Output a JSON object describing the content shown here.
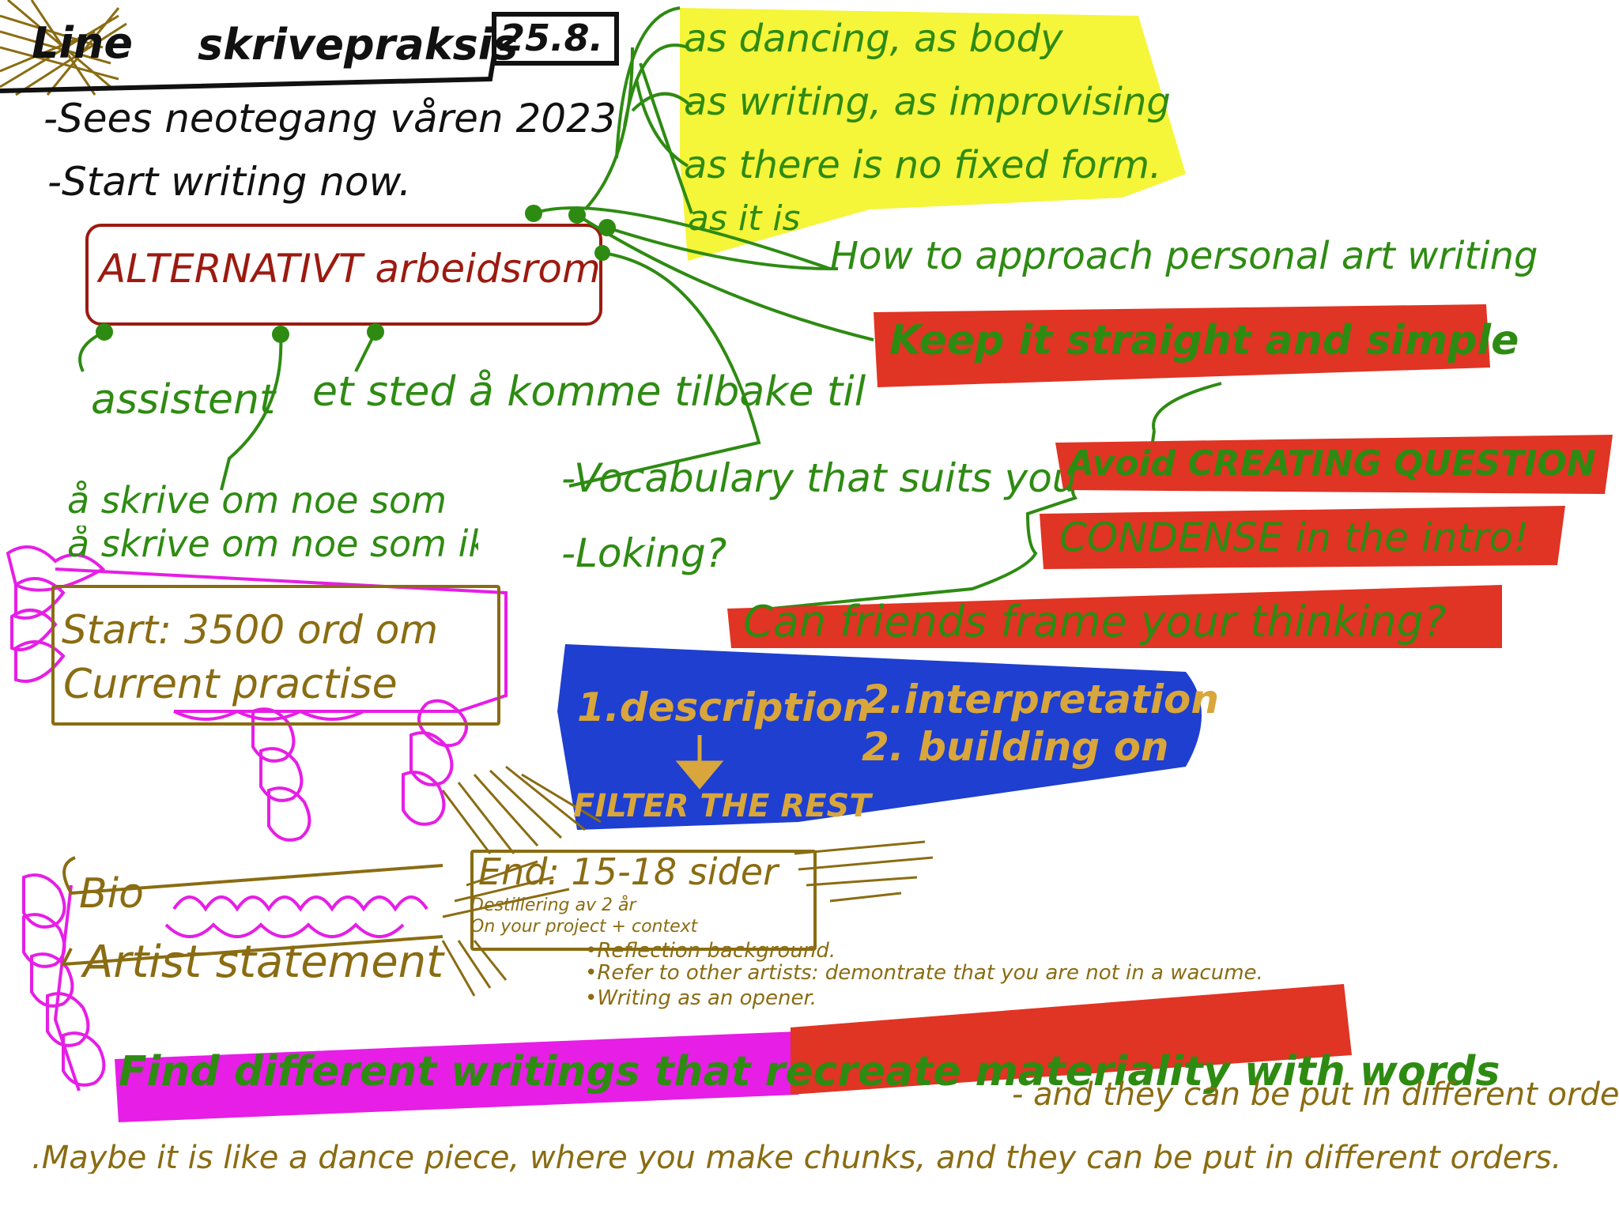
{
  "title": {
    "name": "Line",
    "subject": "skrivepraksis",
    "date": "25.8."
  },
  "notes_top": {
    "line1": "-Sees neotegang våren 2023",
    "line2": "-Start writing now."
  },
  "yellow_box": {
    "lines": [
      "as dancing, as body",
      "as writing, as improvising",
      "as there is no fixed form.",
      "as it is"
    ]
  },
  "center_node": {
    "label": "ALTERNATIVT arbeidsrom"
  },
  "branches": {
    "assistent": "assistent",
    "place": "et sted å komme tilbake til",
    "write_about": "å skrive om noe som ikke eksisterer",
    "approach": "How to approach personal art writing",
    "vocabulary": "-Vocabulary that suits you",
    "looking": "-Loking?"
  },
  "red_bars": {
    "keep": "Keep it straight and simple",
    "avoid": "Avoid CREATING QUESTION",
    "condense": "CONDENSE in the intro!",
    "friends": "Can friends frame your thinking?"
  },
  "blue_box": {
    "item1": "1.description",
    "item2a": "2.interpretation",
    "item2b": "2. building on",
    "filter": "FILTER THE REST"
  },
  "start_box": {
    "line1": "Start: 3500 ord om",
    "line2": "Current practise"
  },
  "end_box": {
    "title": "End: 15-18 sider",
    "sub1": "Destillering av 2 år",
    "sub2": "On your project + context"
  },
  "bio": "Bio",
  "artist_statement": "Artist statement",
  "reflection": {
    "line1": "•Reflection background.",
    "line2": "•Refer to other artists: demontrate that you are not in a wacume.",
    "line3": "•Writing as an opener."
  },
  "bottom_bar": "Find different writings that recreate materiality with words",
  "bottom_note": {
    "line1": "- and they can be put in different orders.",
    "line2": ".Maybe it is like a dance piece, where you make chunks, and they can be put in different orders."
  },
  "colors": {
    "green": "#2e8b12",
    "yellow": "#f5f53a",
    "red": "#e03424",
    "blue": "#1f3fd0",
    "magenta": "#e61ee6",
    "olive": "#8a6c12",
    "darkred": "#9c1a10"
  }
}
